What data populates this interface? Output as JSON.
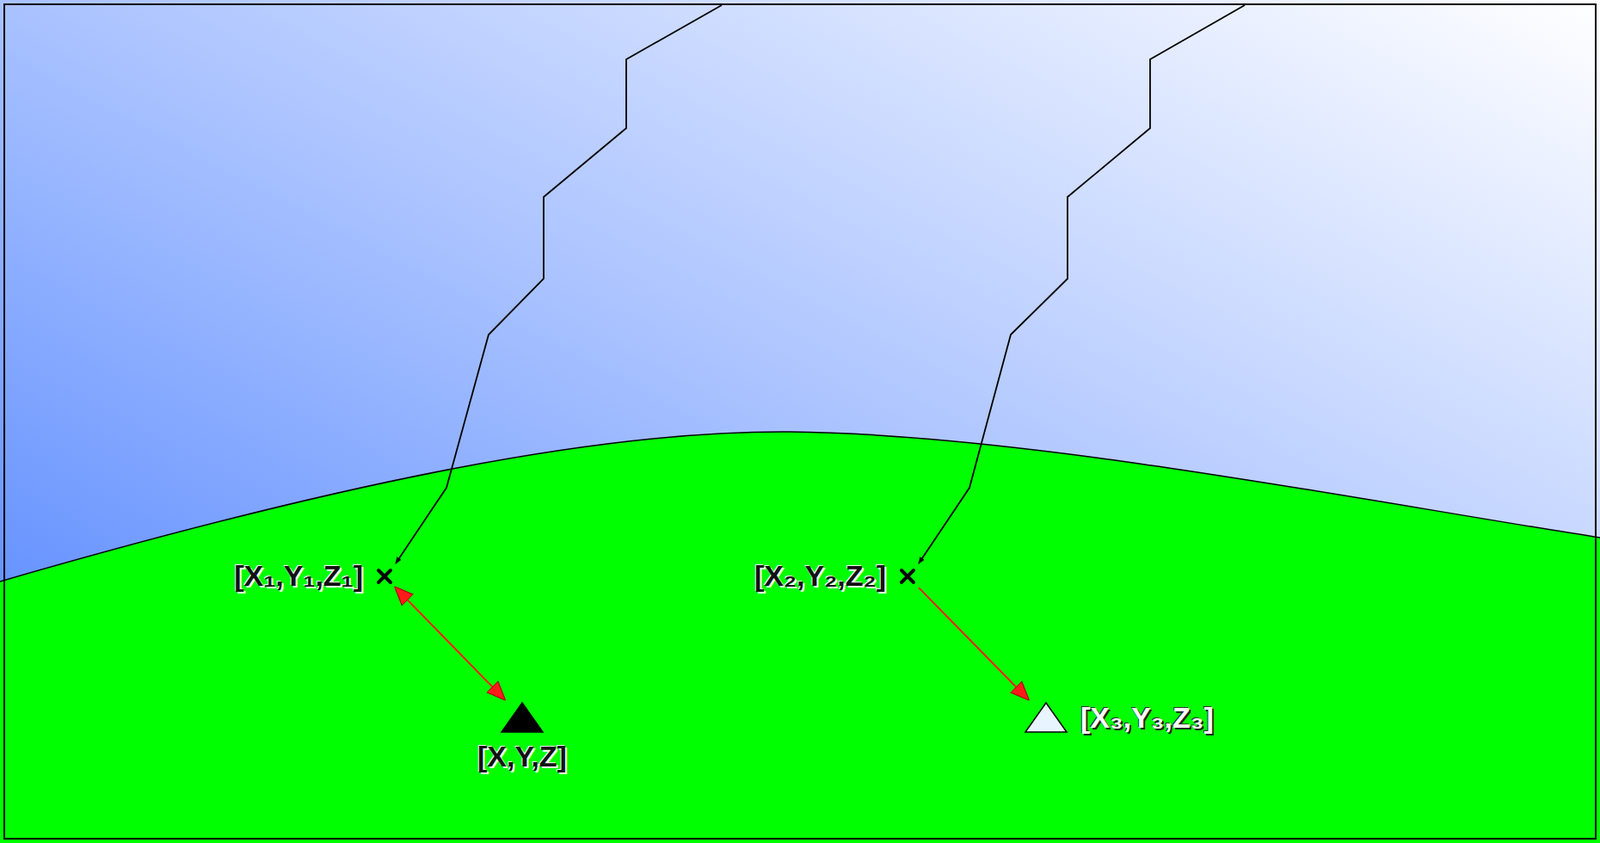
{
  "diagram": {
    "nodes": [
      {
        "text": [
          "[X₁,Y₁,Z₁]"
        ]
      },
      {
        "text": [
          "[X,Y,Z]"
        ]
      },
      {
        "text": [
          "[X₂,Y₂,Z₂]"
        ]
      },
      {
        "text": [
          "[X₃,Y₃,Z₃]"
        ]
      }
    ],
    "edges": [
      {
        "from": 0,
        "to": 1,
        "arrow": "both"
      },
      {
        "from": 2,
        "to": 3,
        "arrow": "to"
      }
    ]
  }
}
